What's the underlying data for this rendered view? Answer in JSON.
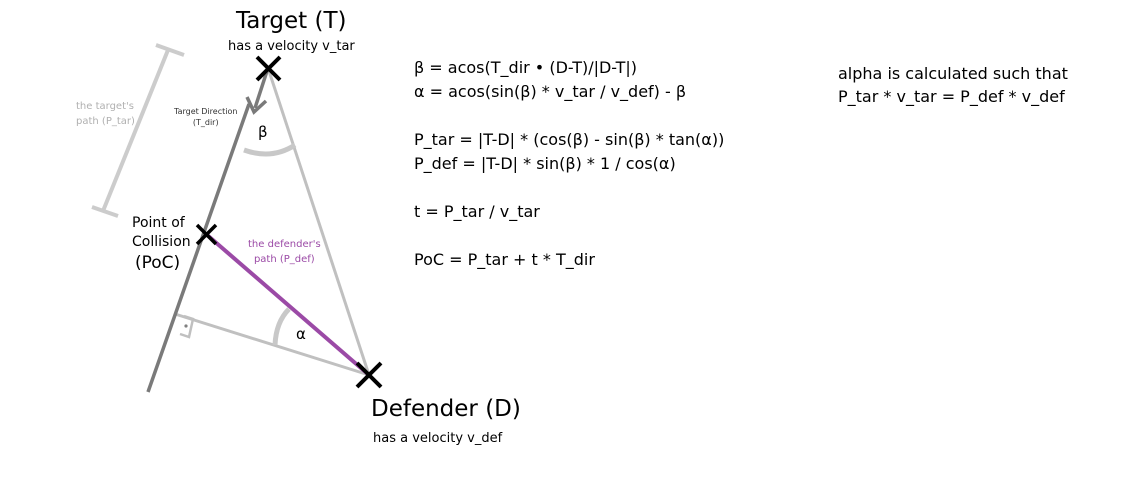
{
  "labels": {
    "target": "Target (T)",
    "target_velocity": "has a velocity v_tar",
    "defender": "Defender (D)",
    "defender_velocity": "has a velocity v_def",
    "poc_line1": "Point of",
    "poc_line2": "Collision",
    "poc_short": "(PoC)",
    "target_path": "the target's\npath (P_tar)",
    "target_direction": "Target Direction\n(T_dir)",
    "defender_path": "the defender's\npath (P_def)",
    "beta": "β",
    "alpha": "α"
  },
  "equations": [
    "β = acos(T_dir • (D-T)/|D-T|)",
    "α = acos(sin(β) * v_tar / v_def) - β",
    "P_tar = |T-D| * (cos(β) - sin(β) * tan(α))",
    "P_def = |T-D| * sin(β) * 1 / cos(α)",
    "t = P_tar / v_tar",
    "PoC = P_tar + t * T_dir"
  ],
  "note": {
    "line1": "alpha is calculated such that",
    "line2": "P_tar * v_tar = P_def * v_def"
  },
  "colors": {
    "target_path": "#cccccc",
    "direction_line": "#7a7a7a",
    "defender_path": "#9b4aa6",
    "triangle": "#c0c0c0",
    "marker": "#000000"
  }
}
